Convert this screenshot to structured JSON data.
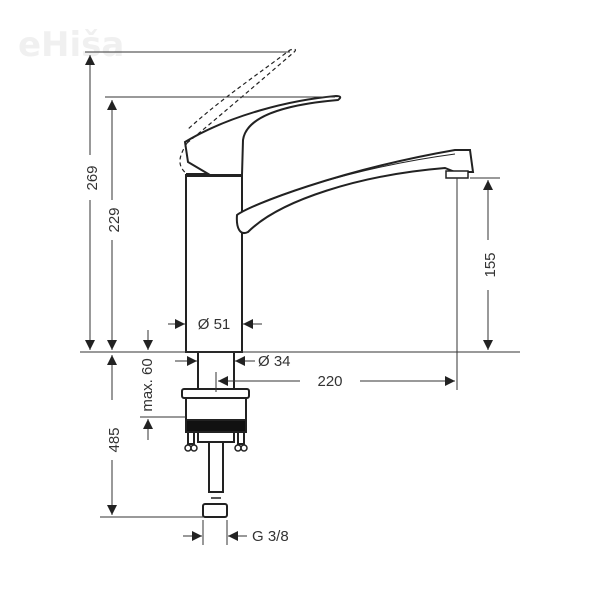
{
  "watermark": {
    "text": "eHiša"
  },
  "drawing": {
    "title": "Kitchen mixer tap dimension drawing",
    "line_color": "#222222",
    "dimension_color": "#333333"
  },
  "dimensions": {
    "total_height": "269",
    "height_to_top": "229",
    "spout_height": "155",
    "body_diameter": "Ø 51",
    "shank_diameter": "Ø 34",
    "spout_reach": "220",
    "max_deck_thickness": "max. 60",
    "supply_length": "485",
    "connection_thread": "G 3/8"
  }
}
